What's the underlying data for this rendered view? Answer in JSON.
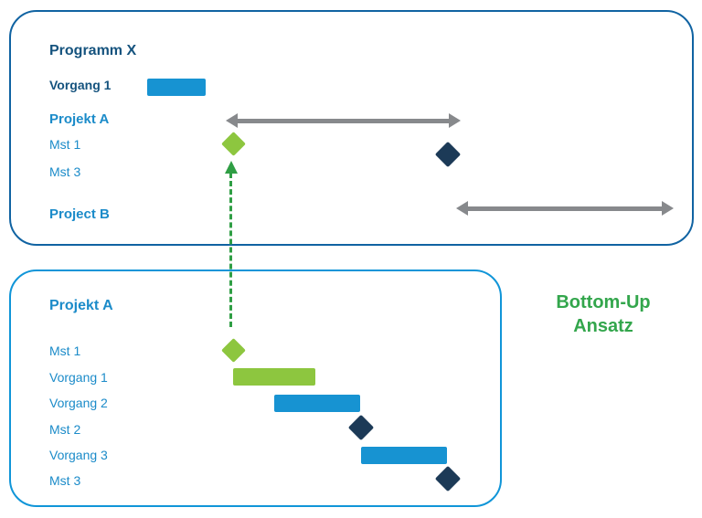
{
  "diagram": {
    "type": "gantt-illustration",
    "concept": "bottom-up scheduling from project plan into program plan"
  },
  "program": {
    "title": "Programm X",
    "row_vorgang1": "Vorgang 1",
    "row_projekt_a": "Projekt A",
    "row_mst1": "Mst 1",
    "row_mst3": "Mst 3",
    "row_project_b": "Project B"
  },
  "project": {
    "title": "Projekt A",
    "row_mst1": "Mst 1",
    "row_vorgang1": "Vorgang 1",
    "row_vorgang2": "Vorgang 2",
    "row_mst2": "Mst 2",
    "row_vorgang3": "Vorgang 3",
    "row_mst3": "Mst 3"
  },
  "annotation": {
    "line1": "Bottom-Up",
    "line2": "Ansatz"
  },
  "colors": {
    "task_bar_blue": "#1793D2",
    "task_bar_green": "#8DC63F",
    "milestone_green": "#8DC63F",
    "milestone_dark_navy": "#1C3A57",
    "span_arrow_gray": "#87898C",
    "dependency_arrow_green": "#2F9E44",
    "label_blue": "#1B8BC9",
    "title_dark_blue": "#15537E",
    "annotation_green": "#33A64C",
    "program_box_border": "#1063A2",
    "project_box_border": "#1095D8"
  }
}
